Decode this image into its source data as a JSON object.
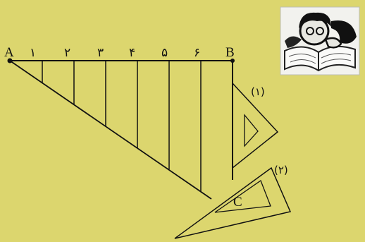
{
  "diagram": {
    "point_a": "A",
    "point_b": "B",
    "point_c": "C",
    "divisions": [
      "۱",
      "۲",
      "۳",
      "۴",
      "۵",
      "۶"
    ],
    "square_1": "(۱)",
    "square_2": "(۲)",
    "colors": {
      "background": "#dcd66e",
      "ink": "#111111"
    }
  },
  "illustration": {
    "icon": "person-reading-book-icon"
  }
}
